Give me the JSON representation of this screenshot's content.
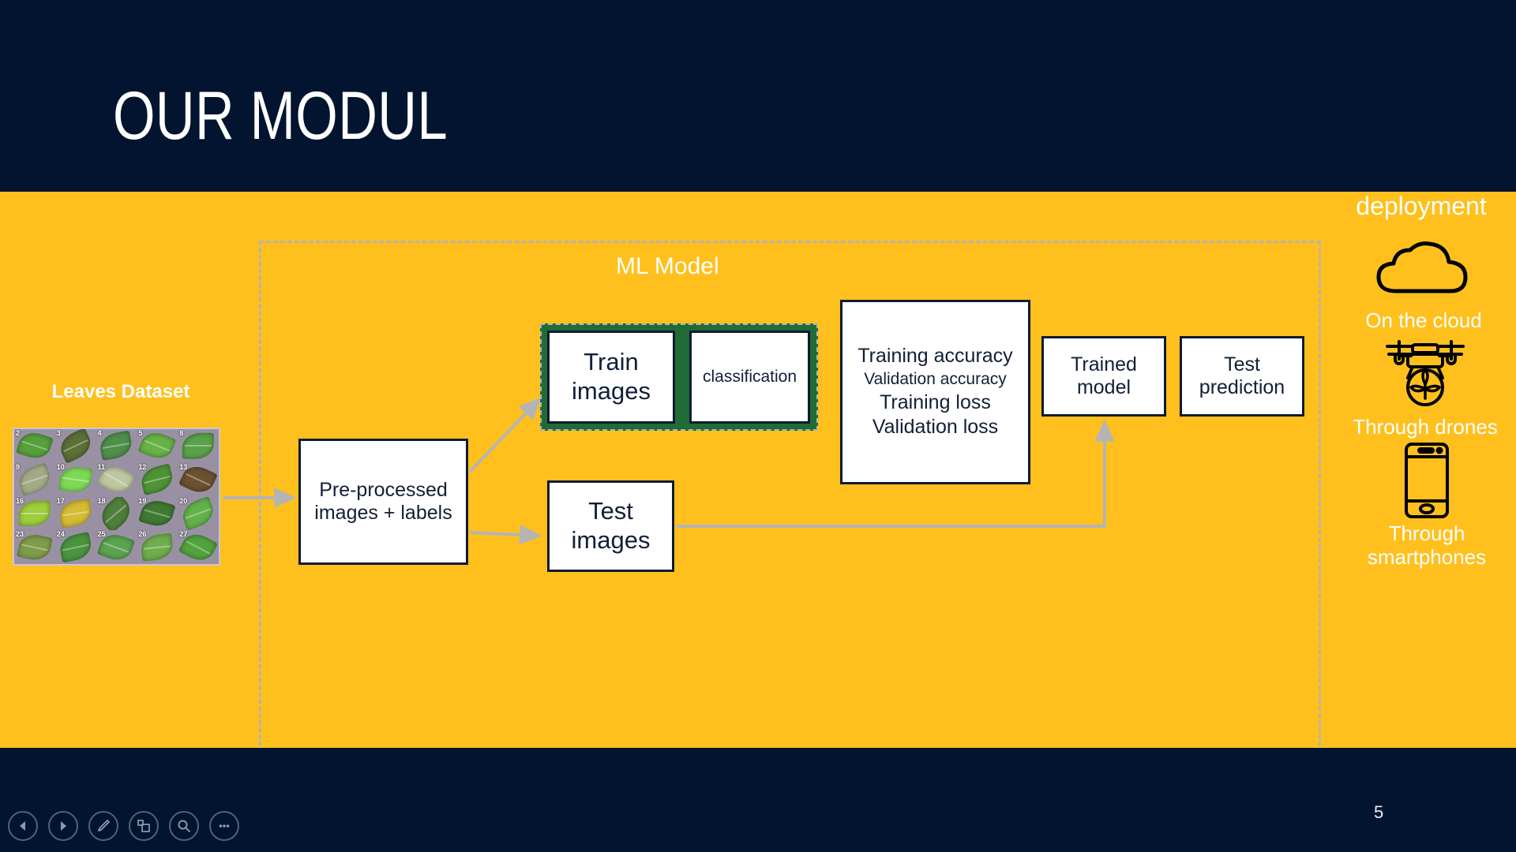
{
  "slide": {
    "title": "OUR MODUL",
    "slide_number": "5",
    "colors": {
      "header_bg": "#02142f",
      "body_bg": "#ffc01e",
      "box_border": "#0d1b33",
      "green_panel": "#216b37",
      "connector": "#b4b4b4",
      "title_text": "#ffffff"
    }
  },
  "dataset": {
    "label": "Leaves Dataset",
    "thumbnail_numbers": [
      "2",
      "3",
      "4",
      "5",
      "8",
      "9",
      "10",
      "11",
      "12",
      "13",
      "16",
      "17",
      "18",
      "19",
      "20",
      "23",
      "24",
      "25",
      "26",
      "27"
    ]
  },
  "pipeline": {
    "ml_model_label": "ML Model",
    "preprocessed": "Pre-processed images + labels",
    "preprocessed_line1": "Pre-processed",
    "preprocessed_line2": "images + labels",
    "train_images_line1": "Train",
    "train_images_line2": "images",
    "classification": "classification",
    "test_images_line1": "Test",
    "test_images_line2": "images",
    "metrics": [
      "Training accuracy",
      "Validation accuracy",
      "Training loss",
      "Validation loss"
    ],
    "trained_model_line1": "Trained",
    "trained_model_line2": "model",
    "test_prediction_line1": "Test",
    "test_prediction_line2": "prediction"
  },
  "deployment": {
    "title": "deployment",
    "items": [
      {
        "icon": "cloud-icon",
        "label": "On the cloud",
        "line1": "On the cloud",
        "line2": ""
      },
      {
        "icon": "drone-icon",
        "label": "Through drones",
        "line1": "Through drones",
        "line2": ""
      },
      {
        "icon": "smartphone-icon",
        "label": "Through smartphones",
        "line1": "Through",
        "line2": "smartphones"
      }
    ]
  },
  "toolbar": {
    "buttons": [
      {
        "name": "previous-slide-button",
        "icon": "triangle-left-icon"
      },
      {
        "name": "next-slide-button",
        "icon": "triangle-right-icon"
      },
      {
        "name": "pen-tool-button",
        "icon": "pen-icon"
      },
      {
        "name": "slide-overview-button",
        "icon": "grid-icon"
      },
      {
        "name": "zoom-button",
        "icon": "magnifier-icon"
      },
      {
        "name": "more-options-button",
        "icon": "ellipsis-icon"
      }
    ]
  }
}
